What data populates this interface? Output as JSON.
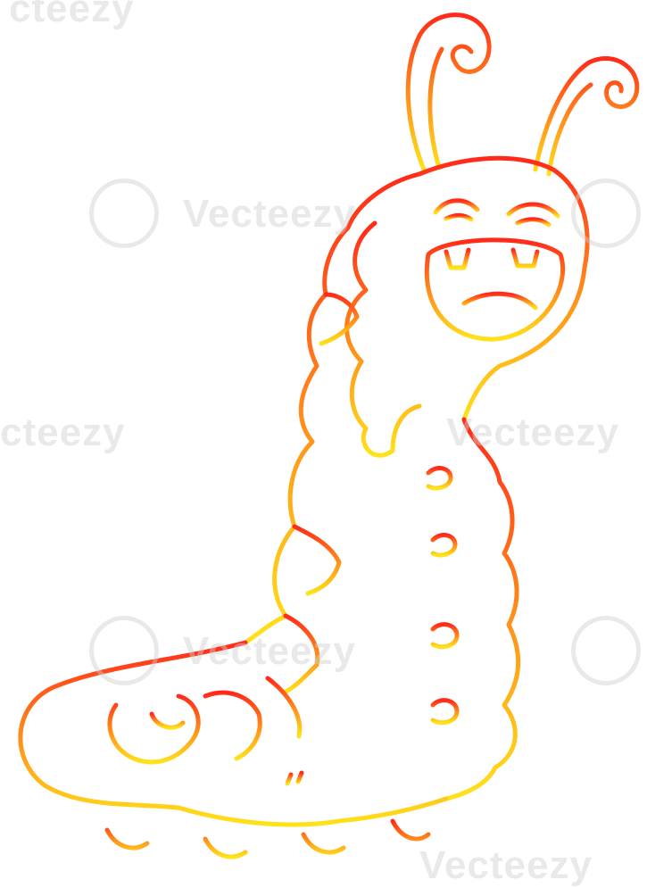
{
  "illustration": {
    "subject": "cartoon-caterpillar",
    "line_colors": {
      "top": "#ff2a1a",
      "middle": "#ff8a1a",
      "bottom": "#ffe21a"
    },
    "background": "#ffffff"
  },
  "watermark": {
    "brand": "Vecteezy",
    "fragments": [
      "cteezy",
      "Vecteezy",
      "cteezy",
      "Vecteezy",
      "Vecteezy",
      "Vecteezy"
    ]
  }
}
